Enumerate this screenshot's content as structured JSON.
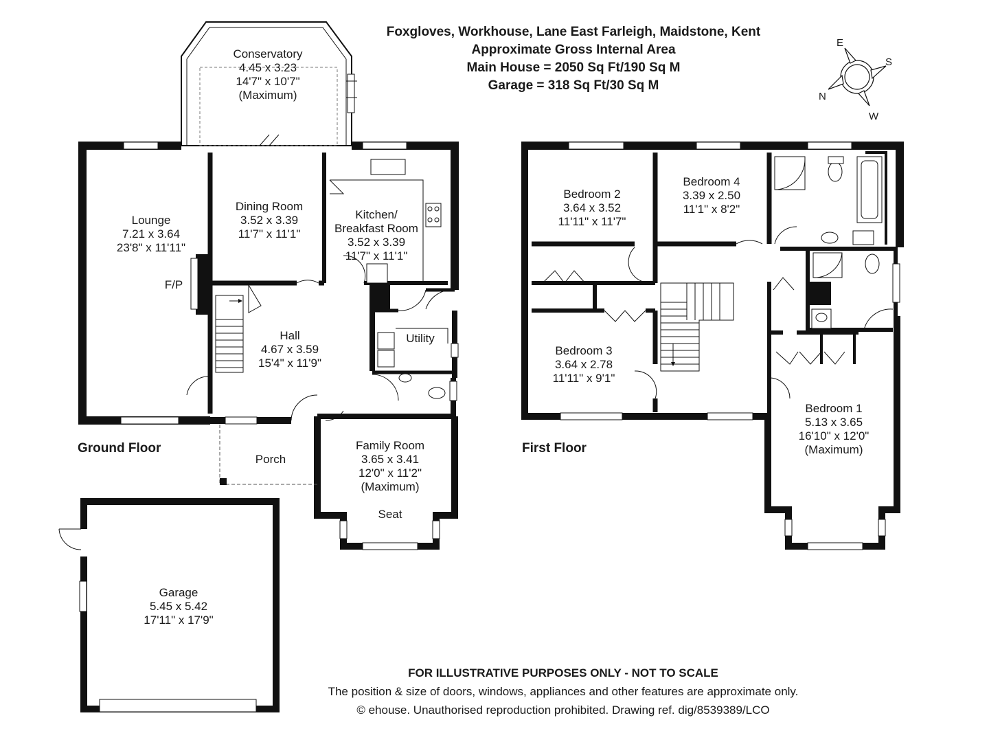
{
  "header": {
    "address": "Foxgloves, Workhouse, Lane East Farleigh, Maidstone, Kent",
    "area_title": "Approximate Gross Internal Area",
    "main_house": "Main House = 2050 Sq Ft/190 Sq M",
    "garage": "Garage = 318 Sq Ft/30 Sq M"
  },
  "compass": {
    "n": "N",
    "e": "E",
    "s": "S",
    "w": "W"
  },
  "floors": {
    "ground": "Ground Floor",
    "first": "First Floor"
  },
  "rooms": {
    "conservatory": {
      "name": "Conservatory",
      "metric": "4.45 x 3.23",
      "imperial": "14'7\" x 10'7\"",
      "note": "(Maximum)"
    },
    "lounge": {
      "name": "Lounge",
      "metric": "7.21 x 3.64",
      "imperial": "23'8\" x 11'11\""
    },
    "fp": "F/P",
    "dining": {
      "name": "Dining Room",
      "metric": "3.52 x 3.39",
      "imperial": "11'7\" x 11'1\""
    },
    "kitchen": {
      "name": "Kitchen/",
      "name2": "Breakfast Room",
      "metric": "3.52 x 3.39",
      "imperial": "11'7\" x 11'1\""
    },
    "utility": "Utility",
    "hall": {
      "name": "Hall",
      "metric": "4.67 x 3.59",
      "imperial": "15'4\" x 11'9\""
    },
    "porch": "Porch",
    "family": {
      "name": "Family Room",
      "metric": "3.65 x 3.41",
      "imperial": "12'0\" x 11'2\"",
      "note": "(Maximum)"
    },
    "seat": "Seat",
    "garage": {
      "name": "Garage",
      "metric": "5.45 x 5.42",
      "imperial": "17'11\" x 17'9\""
    },
    "bedroom2": {
      "name": "Bedroom 2",
      "metric": "3.64 x 3.52",
      "imperial": "11'11\" x 11'7\""
    },
    "bedroom4": {
      "name": "Bedroom 4",
      "metric": "3.39 x 2.50",
      "imperial": "11'1\" x 8'2\""
    },
    "bedroom3": {
      "name": "Bedroom 3",
      "metric": "3.64 x 2.78",
      "imperial": "11'11\" x 9'1\""
    },
    "bedroom1": {
      "name": "Bedroom 1",
      "metric": "5.13 x 3.65",
      "imperial": "16'10\" x 12'0\"",
      "note": "(Maximum)"
    }
  },
  "footer": {
    "disclaimer": "FOR ILLUSTRATIVE PURPOSES ONLY - NOT TO SCALE",
    "note": "The position & size of doors, windows, appliances and other features are approximate only.",
    "copyright": "© ehouse. Unauthorised reproduction prohibited. Drawing ref. dig/8539389/LCO"
  }
}
